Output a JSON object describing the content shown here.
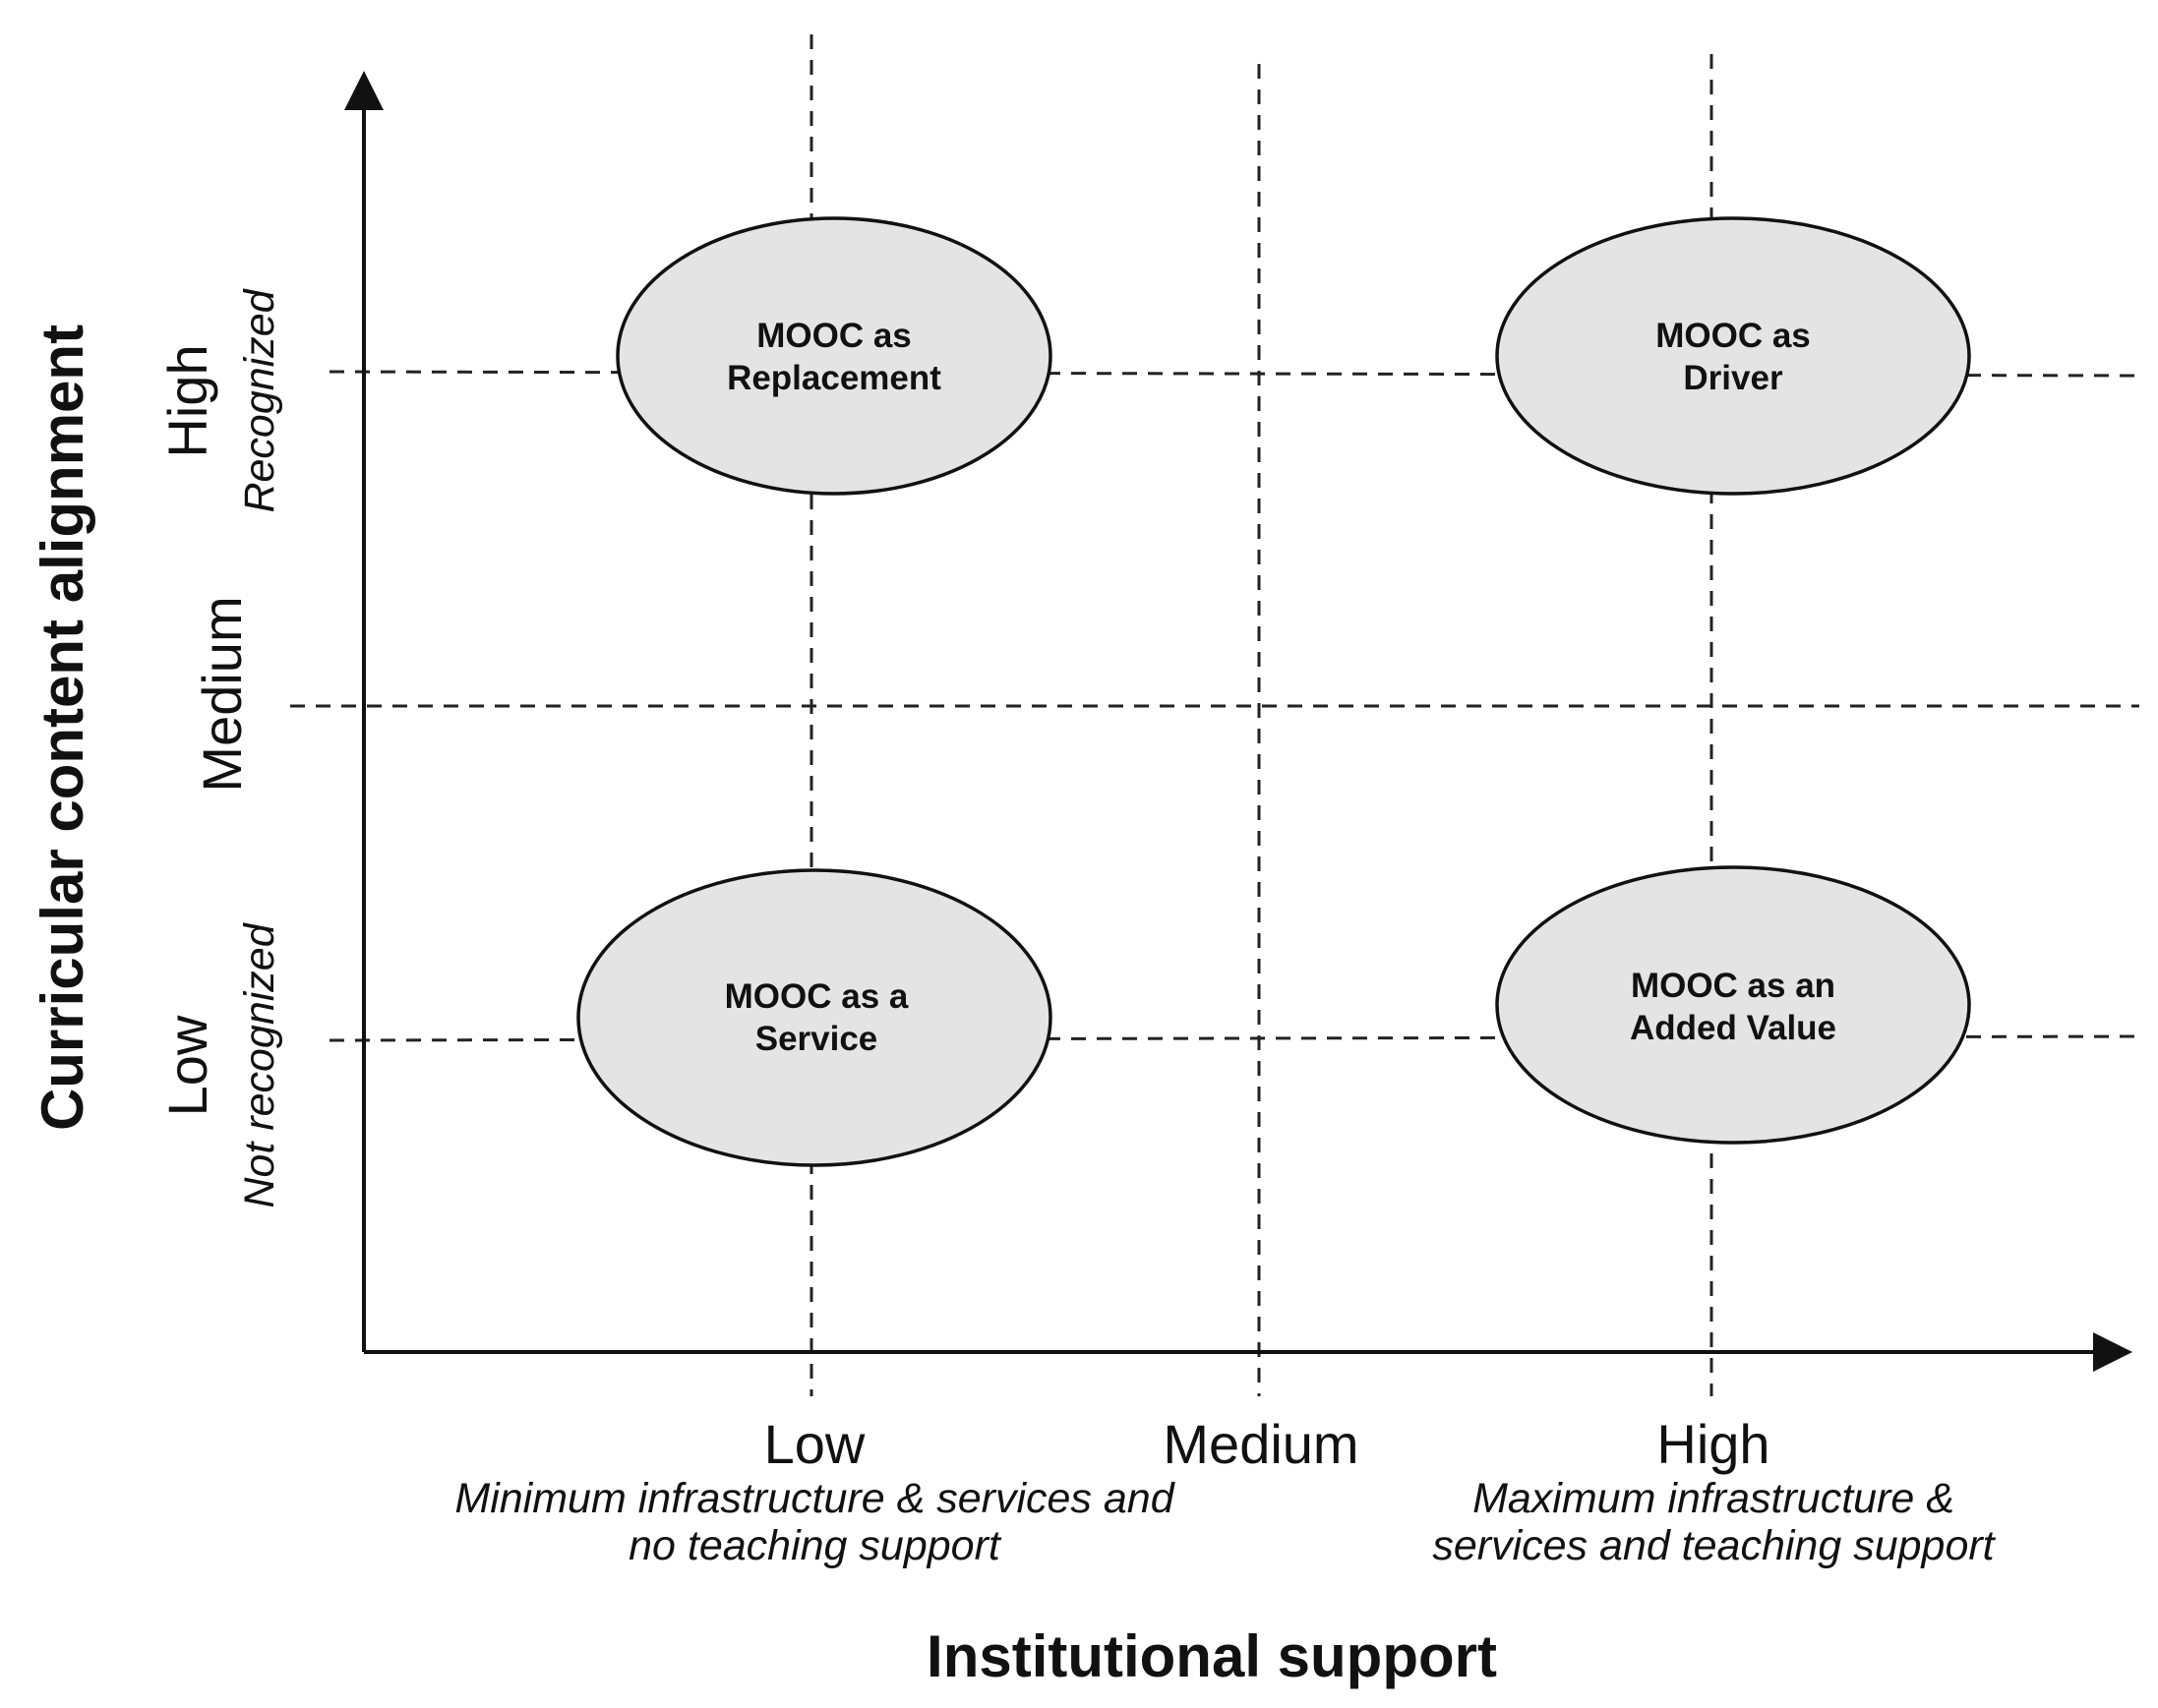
{
  "x_axis": {
    "title": "Institutional support",
    "levels": [
      {
        "label": "Low",
        "note": [
          "Minimum infrastructure & services and",
          "no teaching support"
        ]
      },
      {
        "label": "Medium",
        "note": []
      },
      {
        "label": "High",
        "note": [
          "Maximum infrastructure &",
          "services and teaching support"
        ]
      }
    ]
  },
  "y_axis": {
    "title": "Curricular content alignment",
    "levels": [
      {
        "label": "Low",
        "note": "Not recognized"
      },
      {
        "label": "Medium",
        "note": ""
      },
      {
        "label": "High",
        "note": "Recognized"
      }
    ]
  },
  "quadrants": [
    {
      "lines": [
        "MOOC as",
        "Replacement"
      ],
      "x_level": "Low",
      "y_level": "High"
    },
    {
      "lines": [
        "MOOC as",
        "Driver"
      ],
      "x_level": "High",
      "y_level": "High"
    },
    {
      "lines": [
        "MOOC as a",
        "Service"
      ],
      "x_level": "Low",
      "y_level": "Low"
    },
    {
      "lines": [
        "MOOC as an",
        "Added Value"
      ],
      "x_level": "High",
      "y_level": "Low"
    }
  ],
  "colors": {
    "ellipse_fill": "#e4e4e4",
    "stroke": "#111111"
  }
}
